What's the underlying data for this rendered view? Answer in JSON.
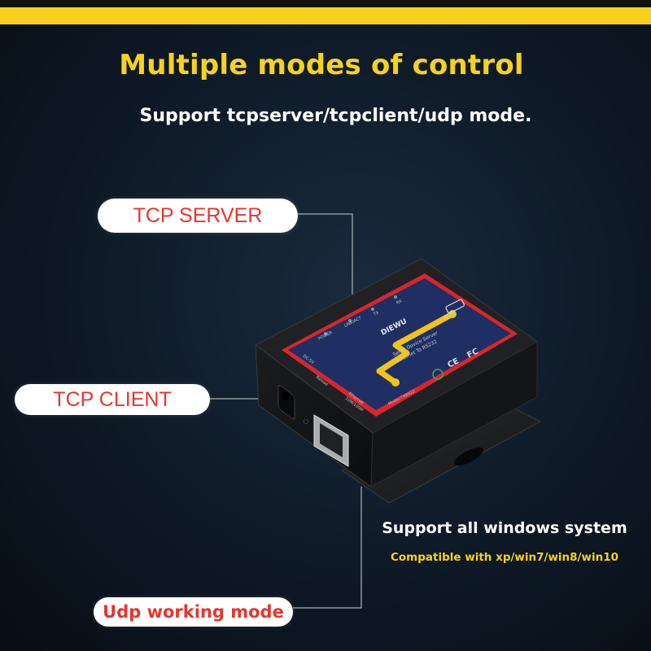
{
  "banner": {
    "headline": "Multiple modes of control",
    "subheadline": "Support tcpserver/tcpclient/udp mode."
  },
  "modes": {
    "tcp_server": "TCP SERVER",
    "tcp_client": "TCP CLIENT",
    "udp": "Udp working mode"
  },
  "device": {
    "brand": "DIEWU",
    "product_line1": "Serial Device Server",
    "product_line2": "Ethernet To RS232",
    "model": "Model:TXB022",
    "led_labels": [
      "POWER",
      "LINK/ACT",
      "TX",
      "RX"
    ],
    "port_rs232": "RS232",
    "power_label": "DC-5V",
    "reload_label": "Reload",
    "ethernet_label1": "Ethernet",
    "ethernet_label2": "10M/100M"
  },
  "compatibility": {
    "title": "Support all windows system",
    "subtitle": "Compatible with xp/win7/win8/win10"
  },
  "colors": {
    "accent_yellow": "#f7d21c",
    "label_red": "#e4362e",
    "panel_blue": "#1f2f63",
    "panel_red_border": "#d8262c"
  }
}
